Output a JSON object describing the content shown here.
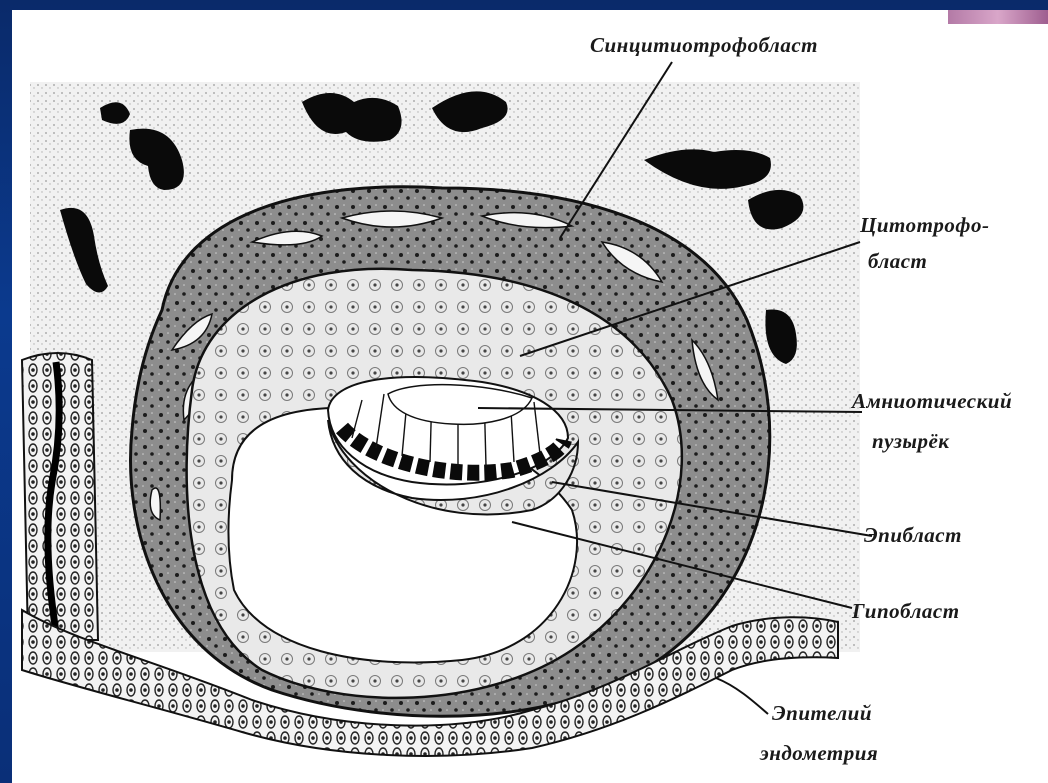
{
  "labels": {
    "syncytiotrophoblast": "Синцитиотрофобласт",
    "cytotrophoblast_1": "Цитотрофо-",
    "cytotrophoblast_2": "бласт",
    "amniotic_1": "Амниотический",
    "amniotic_2": "пузырёк",
    "epiblast": "Эпибласт",
    "hypoblast": "Гипобласт",
    "epithelium_1": "Эпителий",
    "epithelium_2": "эндометрия"
  },
  "colors": {
    "background": "#0b3a8e",
    "panel": "#ffffff",
    "ink": "#111111",
    "stroma": "#ececec",
    "syncytium": "#8a8a8a",
    "cytotrophoblast": "#e6e6e6"
  }
}
